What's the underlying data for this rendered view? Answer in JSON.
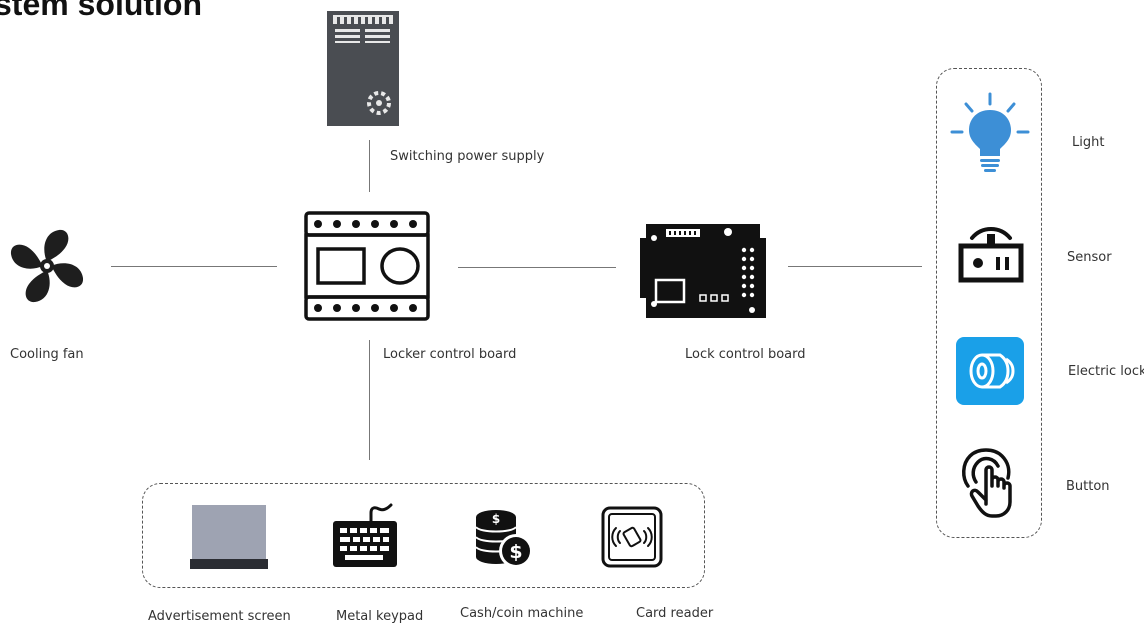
{
  "title": "stem solution",
  "devices": {
    "power_supply": "Switching power supply",
    "cooling_fan": "Cooling fan",
    "locker_board": "Locker control board",
    "lock_board": "Lock control board"
  },
  "right_group": {
    "light": "Light",
    "sensor": "Sensor",
    "electric_lock": "Electric lock",
    "button": "Button"
  },
  "bottom_group": {
    "screen": "Advertisement screen",
    "keypad": "Metal keypad",
    "cash": "Cash/coin machine",
    "card": "Card reader"
  },
  "colors": {
    "light_blue": "#3d8fd6",
    "lock_blue": "#1aa0e8",
    "dark": "#111111",
    "power_gray": "#4a4d52",
    "screen_gray": "#9ea3b2"
  }
}
